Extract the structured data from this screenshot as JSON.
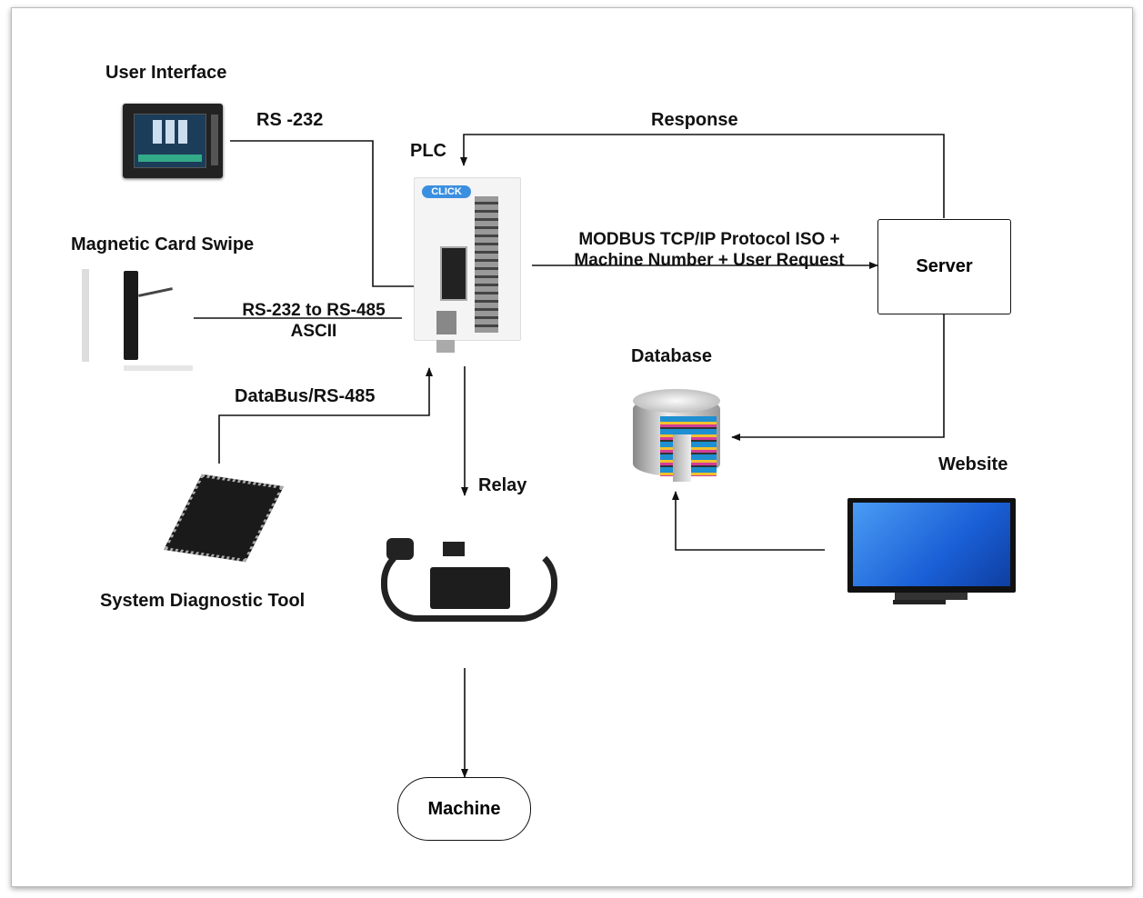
{
  "nodes": {
    "user_interface": "User Interface",
    "plc": "PLC",
    "magnetic_card": "Magnetic Card Swipe",
    "server": "Server",
    "database": "Database",
    "website": "Website",
    "relay": "Relay",
    "diagnostic": "System Diagnostic Tool",
    "machine": "Machine"
  },
  "edges": {
    "rs232": "RS -232",
    "response": "Response",
    "modbus_line1": "MODBUS TCP/IP Protocol ISO +",
    "modbus_line2": "Machine Number + User Request",
    "rs485_line1": "RS-232 to RS-485",
    "rs485_line2": "ASCII",
    "databus": "DataBus/RS-485"
  },
  "plc_brand": "CLICK",
  "colors": {
    "line": "#111111",
    "plc_logo": "#3b8fe0",
    "monitor_screen": "#1a5fd6"
  }
}
